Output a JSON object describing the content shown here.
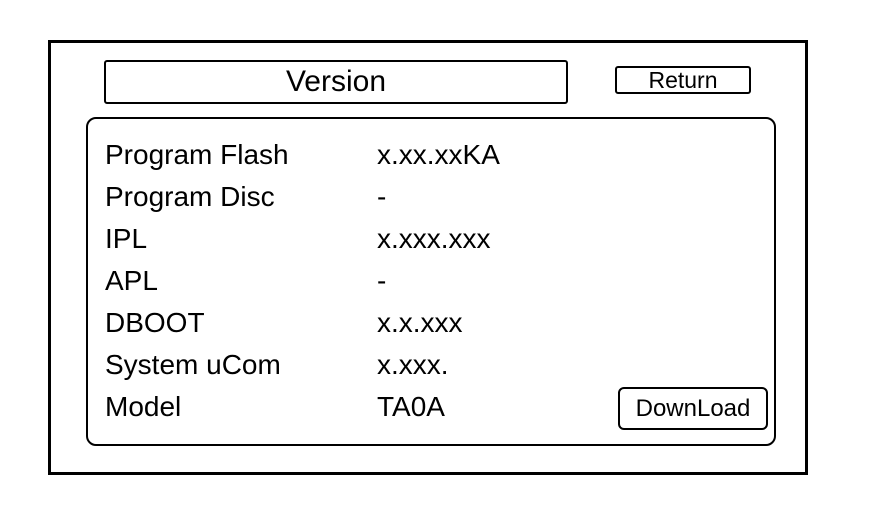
{
  "screen": {
    "title": "Version"
  },
  "buttons": {
    "return_label": "Return",
    "download_label": "DownLoad"
  },
  "version_table": {
    "rows": [
      {
        "label": "Program Flash",
        "value": "x.xx.xxKA"
      },
      {
        "label": "Program Disc",
        "value": "-"
      },
      {
        "label": "IPL",
        "value": "x.xxx.xxx"
      },
      {
        "label": "APL",
        "value": "-"
      },
      {
        "label": "DBOOT",
        "value": "x.x.xxx"
      },
      {
        "label": "System uCom",
        "value": "x.xxx."
      },
      {
        "label": "Model",
        "value": "TA0A"
      }
    ]
  },
  "colors": {
    "foreground": "#000000",
    "background": "#ffffff"
  }
}
